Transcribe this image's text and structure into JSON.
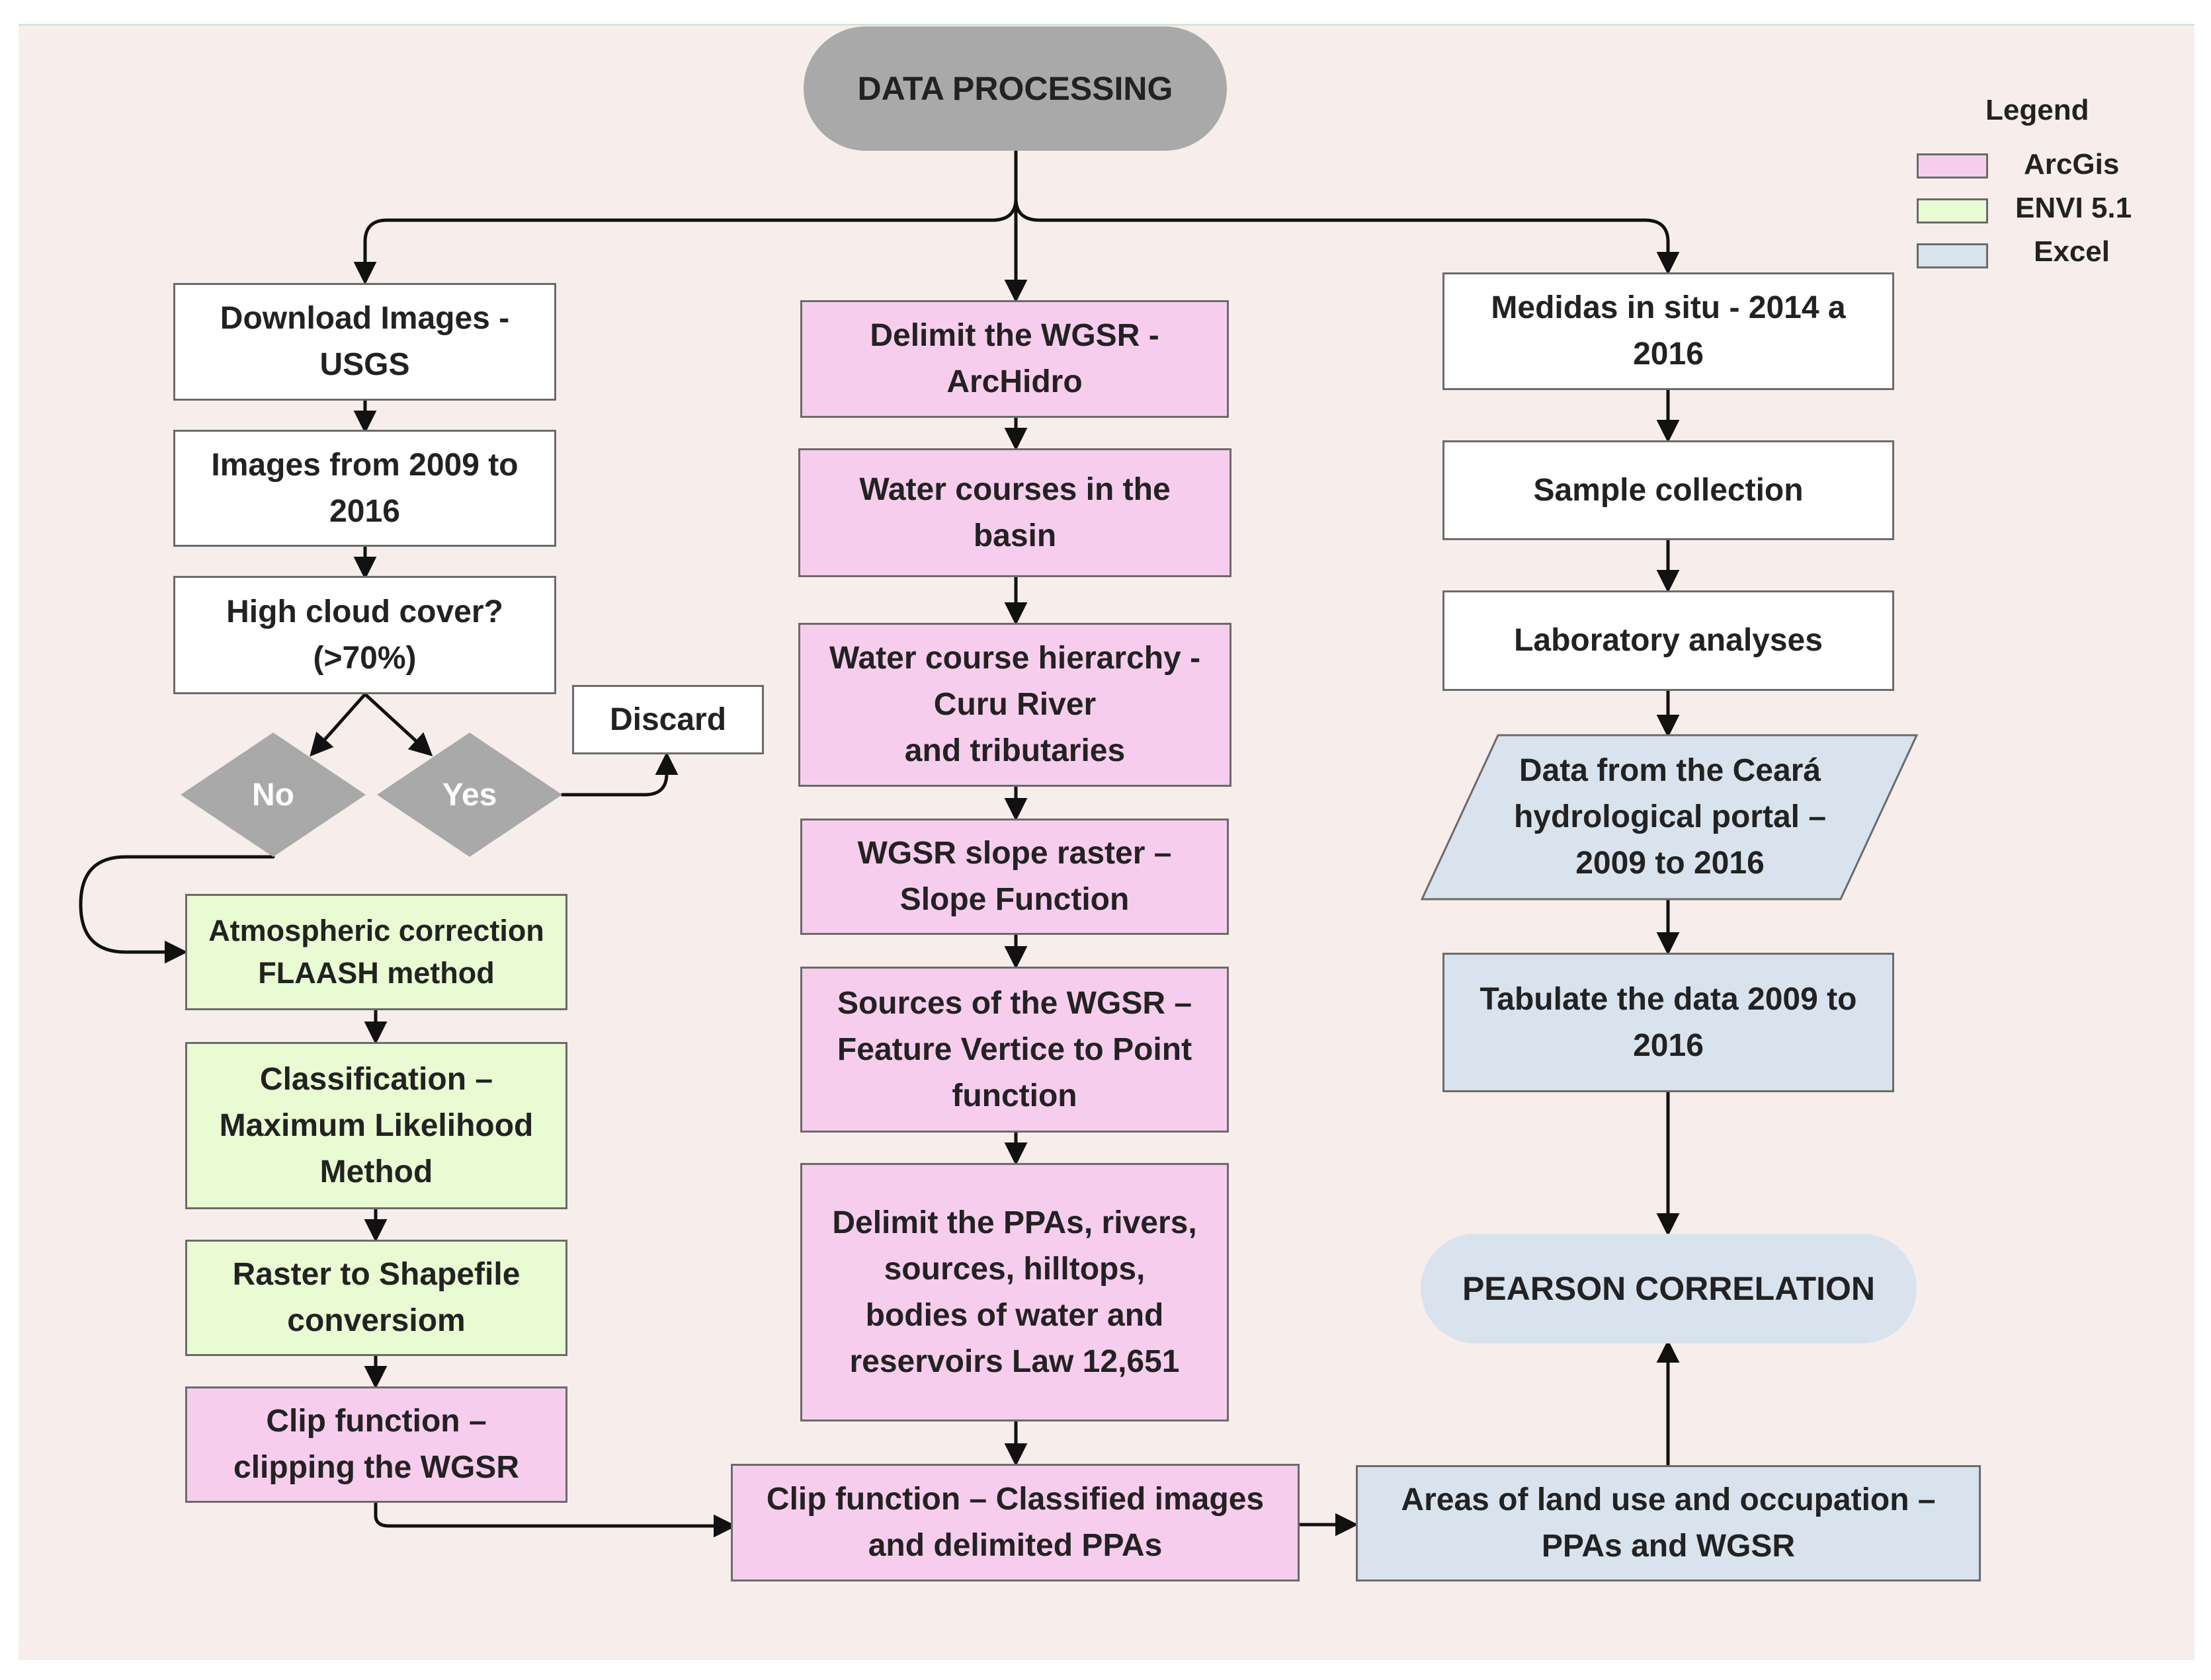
{
  "colors": {
    "background": "#f7eeec",
    "arcgis": "#f7cdee",
    "envi": "#e8fbd2",
    "excel": "#d8e3ee",
    "plain": "#ffffff",
    "start_pill": "#a9a9a9",
    "end_pill": "#d8e3ee",
    "decision": "#a9a9a9"
  },
  "title": "DATA PROCESSING",
  "legend": {
    "title": "Legend",
    "items": [
      {
        "label": "ArcGis",
        "color": "#f7cdee"
      },
      {
        "label": "ENVI 5.1",
        "color": "#e8fbd2"
      },
      {
        "label": "Excel",
        "color": "#d8e3ee"
      }
    ]
  },
  "left": {
    "download": "Download Images -\nUSGS",
    "images": "Images from 2009 to\n2016",
    "cloud": "High cloud cover?\n(>70%)",
    "no": "No",
    "yes": "Yes",
    "discard": "Discard",
    "atmospheric": "Atmospheric correction\nFLAASH method",
    "classification": "Classification –\nMaximum Likelihood\nMethod",
    "raster": "Raster to Shapefile\nconversiom",
    "clip": "Clip function –\nclipping the WGSR"
  },
  "middle": {
    "delimit": "Delimit the WGSR -\nArcHidro",
    "water_courses": "Water courses in the\nbasin",
    "hierarchy": "Water course hierarchy  -\nCuru River\nand tributaries",
    "slope": "WGSR slope raster –\nSlope Function",
    "sources": "Sources of the WGSR –\nFeature Vertice to Point\nfunction",
    "ppas": "Delimit the PPAs, rivers,\nsources, hilltops,\nbodies of water and\nreservoirs Law 12,651",
    "clip_classified": "Clip function – Classified images\nand delimited PPAs"
  },
  "right": {
    "medidas": "Medidas in situ - 2014 a\n2016",
    "sample": "Sample collection",
    "lab": "Laboratory analyses",
    "portal": "Data from the Ceará\nhydrological portal –\n2009 to 2016",
    "tabulate": "Tabulate the data 2009 to\n2016",
    "pearson": "PEARSON CORRELATION",
    "areas": "Areas of land use and occupation –\nPPAs and WGSR"
  }
}
